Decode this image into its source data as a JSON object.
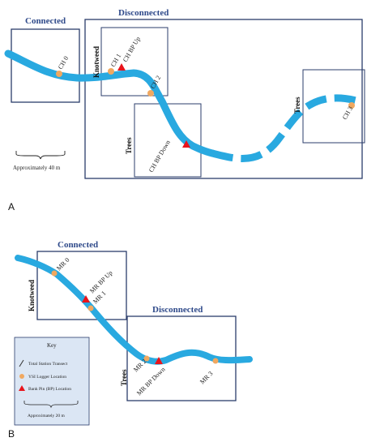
{
  "panel_a": {
    "label": "A",
    "connected_title": "Connected",
    "disconnected_title": "Disconnected",
    "sites": {
      "ch0": "CH 0",
      "ch1": "CH 1",
      "ch2": "CH 2",
      "ch3": "CH 3"
    },
    "bank_pins": {
      "up": "CH BP Up",
      "down": "CH BP Down"
    },
    "vegetation": {
      "knotweed": "Knotweed",
      "trees_left": "Trees",
      "trees_right": "Trees"
    },
    "scale_text": "Approximately 40 m"
  },
  "panel_b": {
    "label": "B",
    "connected_title": "Connected",
    "disconnected_title": "Disconnected",
    "sites": {
      "mr0": "MR 0",
      "mr1": "MR 1",
      "mr2": "MR 2",
      "mr3": "MR 3"
    },
    "bank_pins": {
      "up": "MR BP Up",
      "down": "MR BP Down"
    },
    "vegetation": {
      "knotweed": "Knotweed",
      "trees": "Trees"
    },
    "key": {
      "title": "Key",
      "items": [
        "Total Station Transect",
        "YSI Logger Location",
        "Bank Pin (BP) Location"
      ],
      "scale_text": "Approximately 20 m"
    }
  },
  "colors": {
    "river": "#29a9e0",
    "logger": "#f0a860",
    "bank_pin": "#e8141c",
    "box": "#2b3d6b",
    "title": "#2f4a8a",
    "key_bg": "#dbe6f4"
  }
}
